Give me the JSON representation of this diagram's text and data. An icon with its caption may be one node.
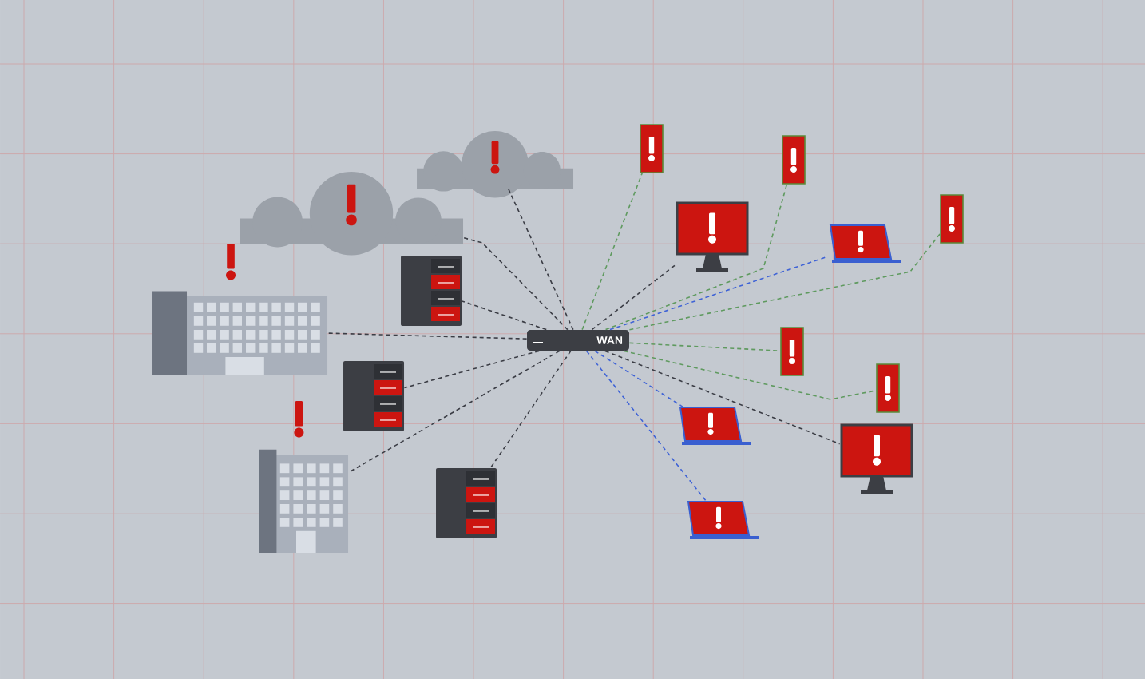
{
  "diagram": {
    "nodes": [
      {
        "text": [
          "WAN"
        ]
      },
      {
        "text": [],
        "shape": "cloud"
      },
      {
        "text": [],
        "shape": "cloud"
      },
      {
        "text": [],
        "shape": "building"
      },
      {
        "text": [],
        "shape": "server"
      },
      {
        "text": [],
        "shape": "server"
      },
      {
        "text": [],
        "shape": "building"
      },
      {
        "text": [],
        "shape": "server"
      },
      {
        "text": [],
        "shape": "phone"
      },
      {
        "text": [],
        "shape": "phone"
      },
      {
        "text": [],
        "shape": "monitor"
      },
      {
        "text": [],
        "shape": "laptop"
      },
      {
        "text": [],
        "shape": "phone"
      },
      {
        "text": [],
        "shape": "phone"
      },
      {
        "text": [],
        "shape": "phone"
      },
      {
        "text": [],
        "shape": "laptop"
      },
      {
        "text": [],
        "shape": "monitor"
      },
      {
        "text": [],
        "shape": "laptop"
      }
    ],
    "edges": [
      {
        "from": 0,
        "to": 1,
        "arrow": "none",
        "style": "dashed"
      },
      {
        "from": 0,
        "to": 2,
        "arrow": "none",
        "style": "dashed"
      },
      {
        "from": 0,
        "to": 3,
        "arrow": "none",
        "style": "dashed"
      },
      {
        "from": 0,
        "to": 4,
        "arrow": "none",
        "style": "dashed"
      },
      {
        "from": 0,
        "to": 5,
        "arrow": "none",
        "style": "dashed"
      },
      {
        "from": 0,
        "to": 6,
        "arrow": "none",
        "style": "dashed"
      },
      {
        "from": 0,
        "to": 7,
        "arrow": "none",
        "style": "dashed"
      },
      {
        "from": 0,
        "to": 8,
        "arrow": "none",
        "style": "dashed",
        "color": "#5f9a5f"
      },
      {
        "from": 0,
        "to": 9,
        "arrow": "none",
        "style": "dashed",
        "color": "#5f9a5f"
      },
      {
        "from": 0,
        "to": 10,
        "arrow": "none",
        "style": "dashed"
      },
      {
        "from": 0,
        "to": 11,
        "arrow": "none",
        "style": "dashed",
        "color": "#3f63d6"
      },
      {
        "from": 0,
        "to": 12,
        "arrow": "none",
        "style": "dashed",
        "color": "#5f9a5f"
      },
      {
        "from": 0,
        "to": 13,
        "arrow": "none",
        "style": "dashed",
        "color": "#5f9a5f"
      },
      {
        "from": 0,
        "to": 14,
        "arrow": "none",
        "style": "dashed",
        "color": "#5f9a5f"
      },
      {
        "from": 0,
        "to": 15,
        "arrow": "none",
        "style": "dashed",
        "color": "#3f63d6"
      },
      {
        "from": 0,
        "to": 16,
        "arrow": "none",
        "style": "dashed"
      },
      {
        "from": 0,
        "to": 17,
        "arrow": "none",
        "style": "dashed",
        "color": "#3f63d6"
      }
    ]
  }
}
